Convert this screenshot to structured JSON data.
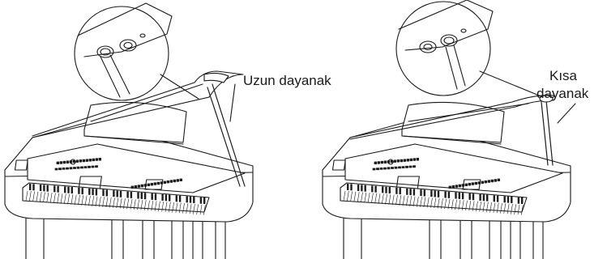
{
  "labels": {
    "long_stay": "Uzun dayanak",
    "short_stay_line1": "Kısa",
    "short_stay_line2": "dayanak"
  },
  "colors": {
    "ink": "#1a1a1a",
    "paper": "#ffffff",
    "key_black": "#1f1f1f"
  }
}
